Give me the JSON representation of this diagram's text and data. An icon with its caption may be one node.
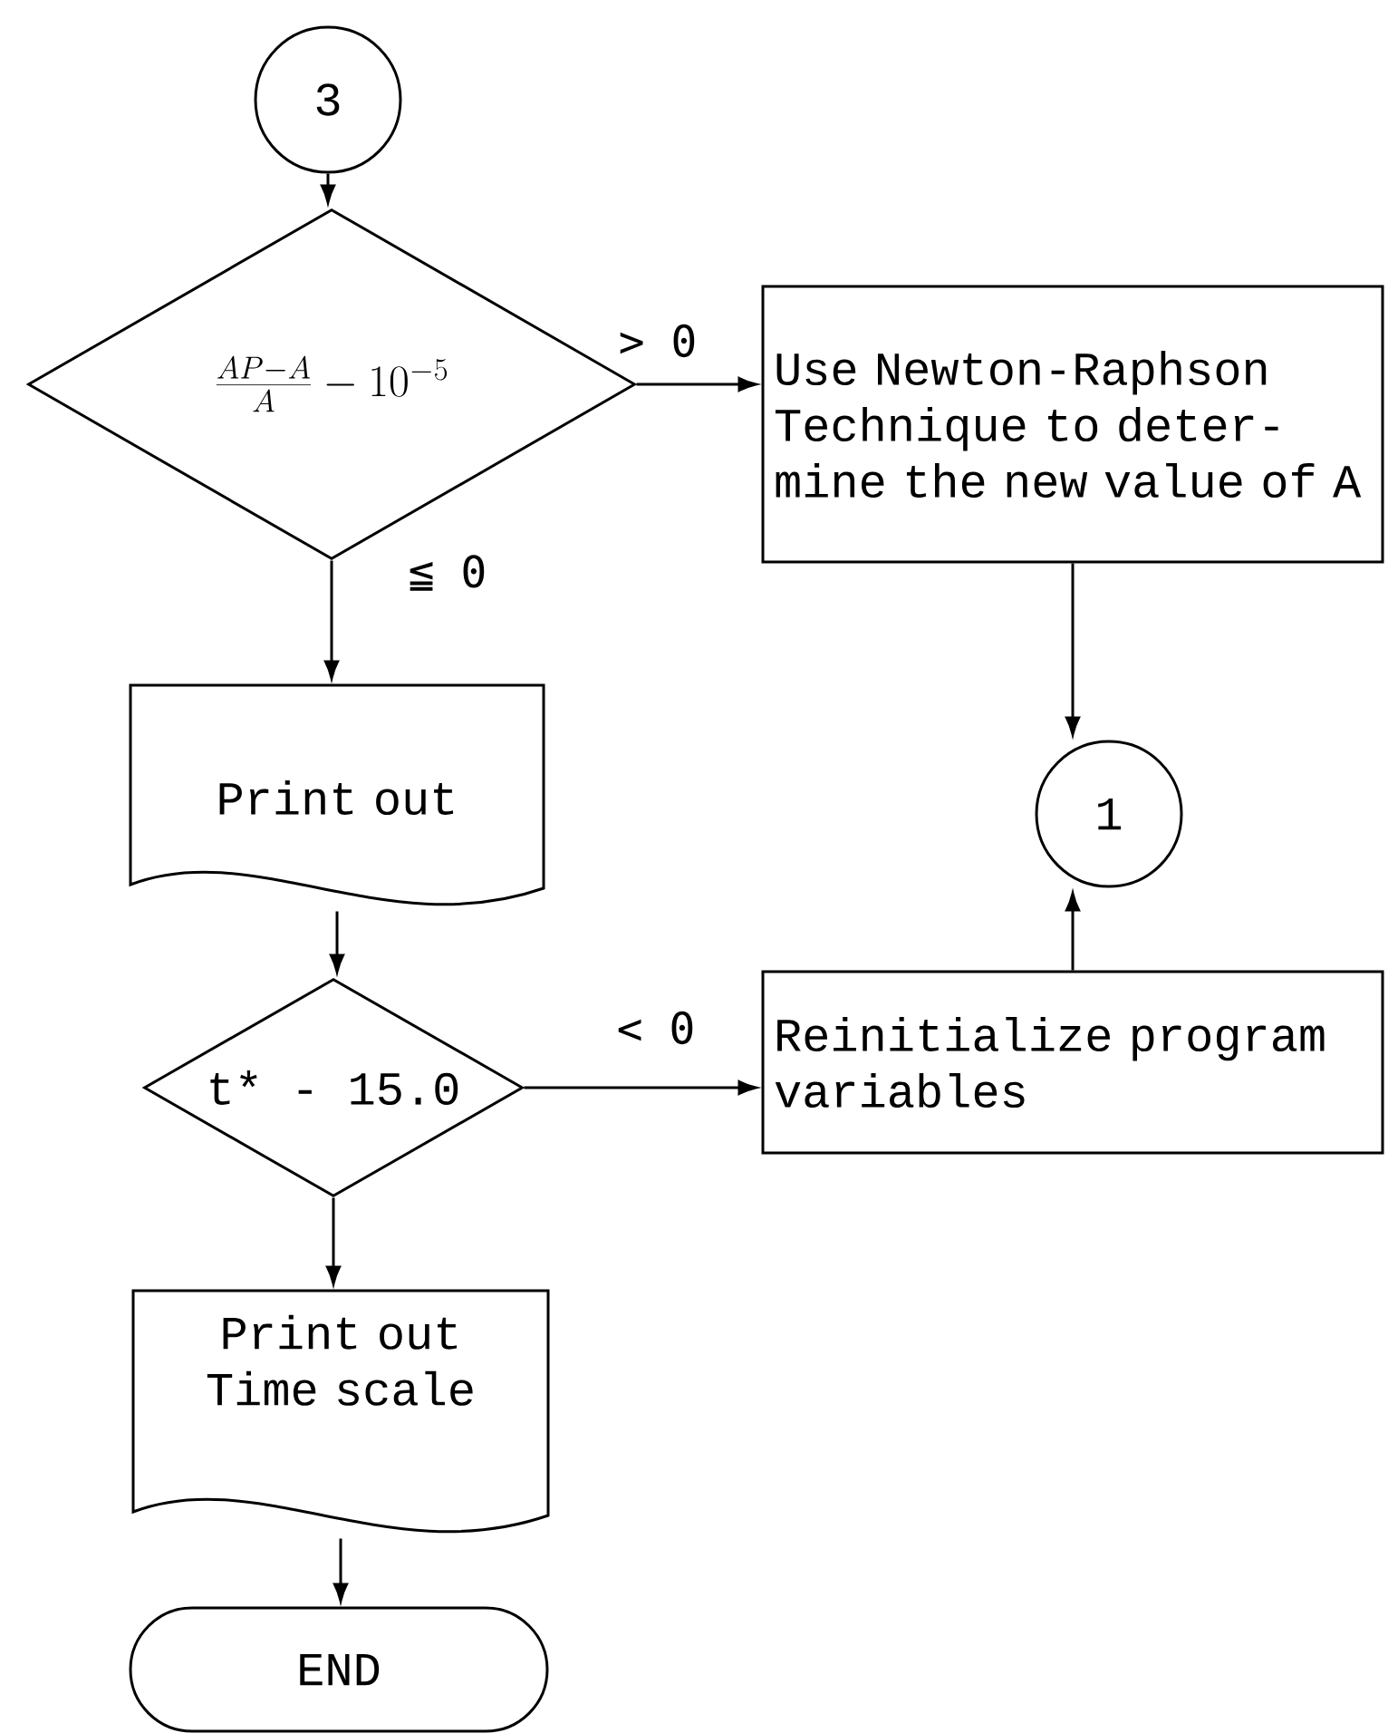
{
  "diagram": {
    "nodes": [
      {
        "text": [
          "3"
        ]
      },
      {
        "text": [
          "\\frac{AP - A}{A} - 10^{-5}"
        ]
      },
      {
        "text": [
          "Use Newton-Raphson Technique to deter- mine the new value of A"
        ]
      },
      {
        "text": [
          "1"
        ]
      },
      {
        "text": [
          "Print out"
        ]
      },
      {
        "text": [
          "t* - 15.0"
        ]
      },
      {
        "text": [
          "Reinitialize program variables"
        ]
      },
      {
        "text": [
          "Print out Time scale"
        ]
      },
      {
        "text": [
          "END"
        ]
      }
    ],
    "edges": [
      {
        "from": 0,
        "to": 1,
        "arrow": "to"
      },
      {
        "from": 1,
        "to": 2,
        "arrow": "to",
        "label": "> 0"
      },
      {
        "from": 1,
        "to": 4,
        "arrow": "to",
        "label": "≦ 0"
      },
      {
        "from": 2,
        "to": 3,
        "arrow": "to"
      },
      {
        "from": 4,
        "to": 5,
        "arrow": "to"
      },
      {
        "from": 5,
        "to": 6,
        "arrow": "to",
        "label": "< 0"
      },
      {
        "from": 6,
        "to": 3,
        "arrow": "to"
      },
      {
        "from": 5,
        "to": 7,
        "arrow": "to"
      },
      {
        "from": 7,
        "to": 8,
        "arrow": "to"
      }
    ]
  }
}
